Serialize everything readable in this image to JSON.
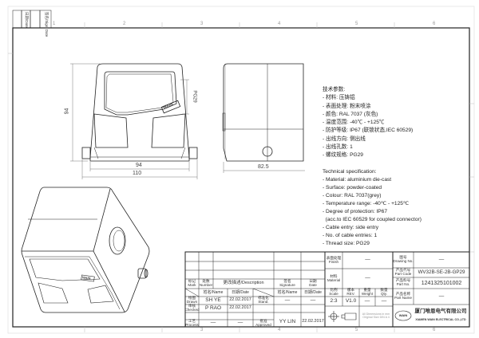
{
  "zones": {
    "top": [
      "1",
      "2",
      "3",
      "4",
      "5",
      "6"
    ],
    "bottom": [
      "3",
      "4",
      "5",
      "6"
    ]
  },
  "margin_cells": {
    "date": "日期/Date",
    "sign": "签名/Sign. Date"
  },
  "dimensions": {
    "height": "94",
    "inner_width": "94",
    "overall_width": "110",
    "depth": "82.5",
    "thread": "PG29"
  },
  "logo_text": "WAIN",
  "spec_cn": {
    "title": "技术参数:",
    "lines": [
      "- 材料: 压铸铝",
      "- 表面处理: 粉末喷涂",
      "- 颜色: RAL 7037 (灰色)",
      "- 温度范围: -40℃ - +125℃",
      "- 防护等级: IP67 (联锁状态,IEC 60529)",
      "- 出线方向: 侧出线",
      "- 出线孔数: 1",
      "- 螺纹规格: PG29"
    ]
  },
  "spec_en": {
    "title": "Technical specification:",
    "lines": [
      "- Material: aluminium die-cast",
      "- Surface: powder-coated",
      "- Colour: RAL 7037(grey)",
      "- Temperature range: -40℃ - +125℃",
      "- Degree of protection: IP67",
      "  (acc.to IEC 60529 for coupled connector)",
      "- Cable entry: side entry",
      "- No. of cable entries: 1",
      "- Thread size: PG29"
    ]
  },
  "title_block": {
    "revision_header": {
      "mark": [
        "标记",
        "Mark"
      ],
      "number": [
        "处数",
        "Number"
      ],
      "description": "更改描述/Description",
      "signature": [
        "签名",
        "Signature"
      ],
      "date": [
        "日期",
        "Date"
      ]
    },
    "name_header": "姓名/Name",
    "date_header": "日期/Date",
    "drawn": {
      "label": [
        "绘图",
        "Drawn"
      ],
      "name": "SH YE",
      "date": "22.02.2017"
    },
    "checked": {
      "label": [
        "审核",
        "Checked"
      ],
      "name": "P RAO",
      "date": "22.02.2017"
    },
    "process": {
      "label": [
        "工艺",
        "Process"
      ],
      "name": "—",
      "date": "—"
    },
    "stand": {
      "label": [
        "标准化",
        "Stand."
      ],
      "name": "—",
      "date": "—"
    },
    "approved": {
      "label": [
        "批准",
        "Approved"
      ],
      "name": "YY LIN",
      "date": "22.02.2017"
    },
    "finish": {
      "label": [
        "表面处理",
        "Finish"
      ],
      "value": "—"
    },
    "material": {
      "label": [
        "材料",
        "Material"
      ],
      "value": "—"
    },
    "scale": {
      "label": [
        "比例",
        "Scale"
      ],
      "value": "2:3"
    },
    "rev": {
      "label": [
        "版本",
        "REV."
      ],
      "value": "V1.0"
    },
    "weight": {
      "label": [
        "重量",
        "Weight"
      ],
      "value": "—"
    },
    "qty": {
      "label": [
        "数量",
        "Qty."
      ],
      "value": "—"
    },
    "note": [
      "All Dimensions in mm",
      "Original Size DIN A 4"
    ],
    "drawing_no": {
      "label": [
        "图号",
        "Drawing No."
      ],
      "value": "—"
    },
    "part_code": {
      "label": [
        "产品代号",
        "Part Code"
      ],
      "value": "WV32B-SE-2B-GP29"
    },
    "part_no": {
      "label": [
        "产品料号",
        "Part No."
      ],
      "value": "1241325101002"
    },
    "part_name": {
      "label": [
        "产品名称",
        "Part Name"
      ],
      "value": "—"
    },
    "company": {
      "logo": "WAIN",
      "name_cn": "厦门唯恩电气有限公司",
      "name_en": "XIAMEN WAIN ELECTRICAL CO.,LTD"
    }
  }
}
